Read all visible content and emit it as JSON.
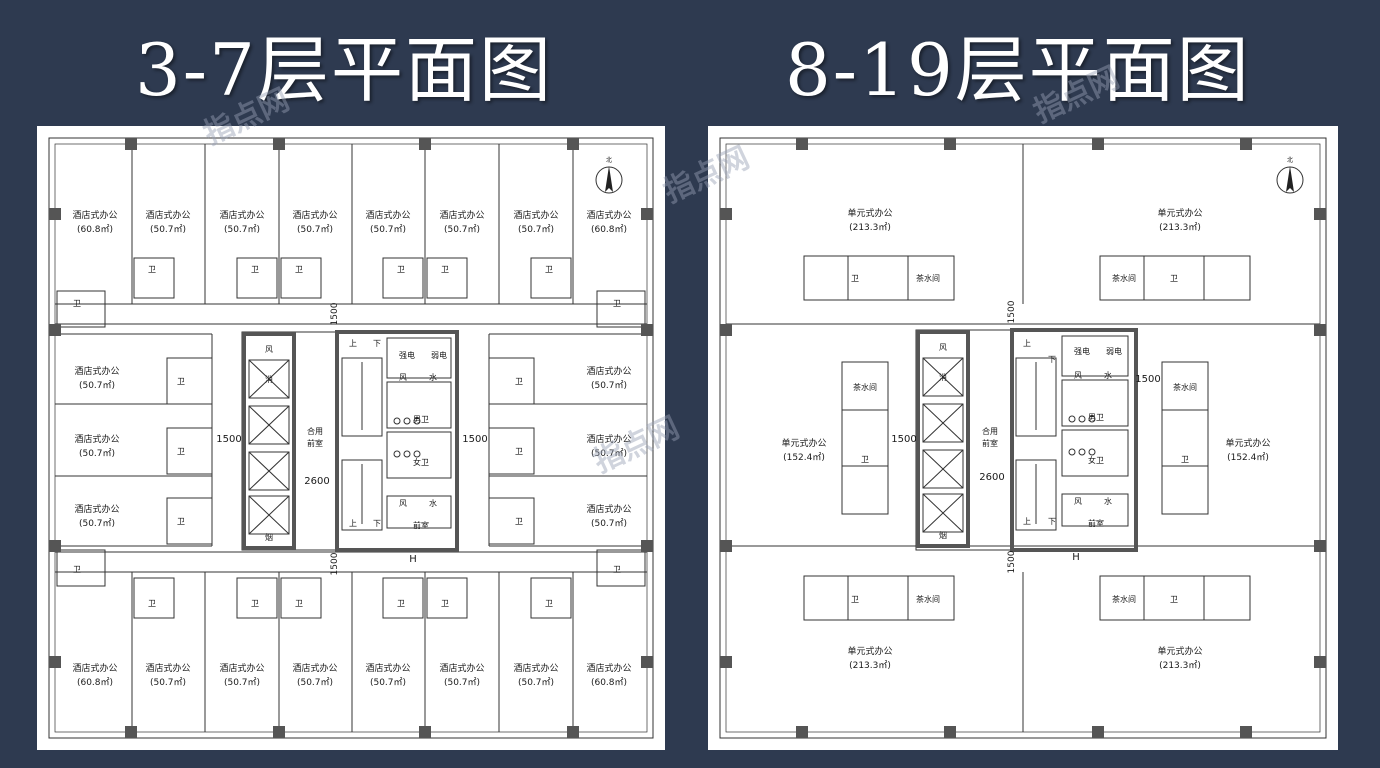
{
  "titles": {
    "left": "3-7层平面图",
    "right": "8-19层平面图"
  },
  "watermark": "指点网",
  "left_plan": {
    "north": "北",
    "top_rooms": [
      {
        "name": "酒店式办公",
        "area": "(60.8㎡)"
      },
      {
        "name": "酒店式办公",
        "area": "(50.7㎡)"
      },
      {
        "name": "酒店式办公",
        "area": "(50.7㎡)"
      },
      {
        "name": "酒店式办公",
        "area": "(50.7㎡)"
      },
      {
        "name": "酒店式办公",
        "area": "(50.7㎡)"
      },
      {
        "name": "酒店式办公",
        "area": "(50.7㎡)"
      },
      {
        "name": "酒店式办公",
        "area": "(50.7㎡)"
      },
      {
        "name": "酒店式办公",
        "area": "(60.8㎡)"
      }
    ],
    "bottom_rooms": [
      {
        "name": "酒店式办公",
        "area": "(60.8㎡)"
      },
      {
        "name": "酒店式办公",
        "area": "(50.7㎡)"
      },
      {
        "name": "酒店式办公",
        "area": "(50.7㎡)"
      },
      {
        "name": "酒店式办公",
        "area": "(50.7㎡)"
      },
      {
        "name": "酒店式办公",
        "area": "(50.7㎡)"
      },
      {
        "name": "酒店式办公",
        "area": "(50.7㎡)"
      },
      {
        "name": "酒店式办公",
        "area": "(50.7㎡)"
      },
      {
        "name": "酒店式办公",
        "area": "(60.8㎡)"
      }
    ],
    "side_rooms": [
      {
        "name": "酒店式办公",
        "area": "(50.7㎡)"
      },
      {
        "name": "酒店式办公",
        "area": "(50.7㎡)"
      },
      {
        "name": "酒店式办公",
        "area": "(50.7㎡)"
      }
    ],
    "core": {
      "lobby_line1": "合用",
      "lobby_line2": "前室",
      "dim_1500": "1500",
      "dim_2600": "2600",
      "up": "上",
      "down": "下",
      "strong_elec": "强电",
      "weak_elec": "弱电",
      "wind": "风",
      "water": "水",
      "male_wc": "男卫",
      "female_wc": "女卫",
      "vestibule": "前室",
      "smoke": "烟",
      "fire": "消",
      "h": "H",
      "wc": "卫"
    }
  },
  "right_plan": {
    "north": "北",
    "unit_top_left": {
      "name": "单元式办公",
      "area": "(213.3㎡)"
    },
    "unit_top_right": {
      "name": "单元式办公",
      "area": "(213.3㎡)"
    },
    "unit_mid_left": {
      "name": "单元式办公",
      "area": "(152.4㎡)"
    },
    "unit_mid_right": {
      "name": "单元式办公",
      "area": "(152.4㎡)"
    },
    "unit_bottom_left": {
      "name": "单元式办公",
      "area": "(213.3㎡)"
    },
    "unit_bottom_right": {
      "name": "单元式办公",
      "area": "(213.3㎡)"
    },
    "tea_room": "茶水间",
    "wc": "卫",
    "core": {
      "lobby_line1": "合用",
      "lobby_line2": "前室",
      "dim_1500": "1500",
      "dim_2600": "2600",
      "up": "上",
      "down": "下",
      "strong_elec": "强电",
      "weak_elec": "弱电",
      "wind": "风",
      "water": "水",
      "male_wc": "男卫",
      "female_wc": "女卫",
      "vestibule": "前室",
      "smoke": "烟",
      "fire": "消",
      "h": "H"
    }
  }
}
